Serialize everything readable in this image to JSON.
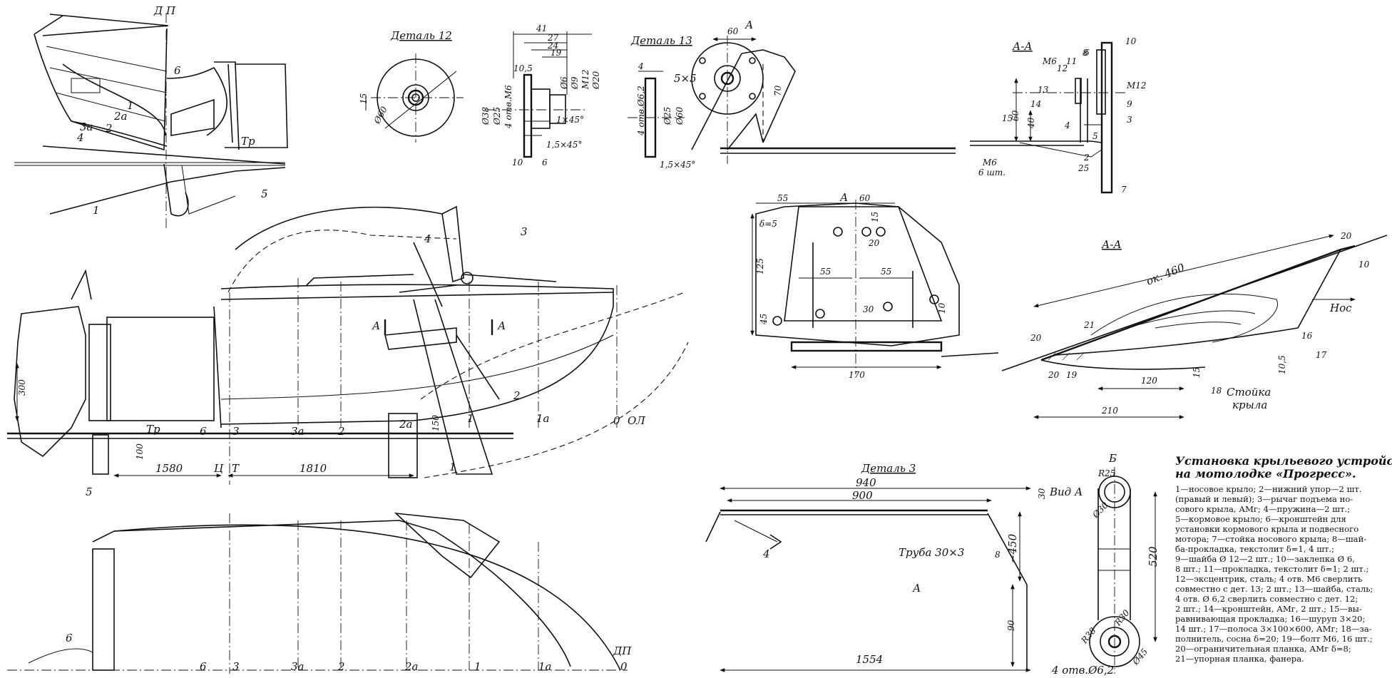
{
  "top_left": {
    "labels": {
      "dp": "Д П",
      "tr": "Тр",
      "l6": "6",
      "l1": "1",
      "l2a": "2а",
      "l2": "2",
      "l3a": "3а",
      "l4": "4",
      "l5": "5"
    }
  },
  "detail12": {
    "title": "Деталь 12",
    "dims": [
      "41",
      "27",
      "24",
      "19",
      "10,5",
      "15",
      "Ø60",
      "Ø6",
      "Ø9",
      "M12",
      "Ø20",
      "Ø38",
      "Ø25",
      "4 отв.М6",
      "1×45°",
      "1,5×45°",
      "10",
      "6"
    ]
  },
  "detail13": {
    "title": "Деталь 13",
    "dims": [
      "4",
      "4 отв.Ø6,2",
      "Ø25",
      "Ø60",
      "1,5×45°"
    ]
  },
  "main_side": {
    "labels": {
      "l4": "4",
      "l3": "3",
      "a_left": "А",
      "a_right": "А",
      "h300": "300",
      "h150": "150",
      "h100": "100",
      "tr": "Тр",
      "ol": "ОЛ",
      "st6": "6",
      "st3": "3",
      "st3a": "3а",
      "st2": "2",
      "st2a": "2а",
      "st1": "1",
      "st1a": "1а",
      "st0": "0",
      "d1580": "1580",
      "c": "Ц",
      "t": "Т",
      "d1810": "1810",
      "p5": "5",
      "p1": "1",
      "p2": "2"
    }
  },
  "bottom_plan": {
    "labels": {
      "p6": "6",
      "st6": "6",
      "st3": "3",
      "st3a": "3а",
      "st2": "2",
      "st2a": "2а",
      "st1": "1",
      "st1a": "1а",
      "st0": "0",
      "dp": "ДП"
    }
  },
  "center_top": {
    "labels": {
      "a": "А",
      "d60": "60",
      "d5x5": "5×5",
      "d70": "70"
    }
  },
  "center_plan": {
    "labels": {
      "d55a": "55",
      "a": "А",
      "d60": "60",
      "d5": "δ=5",
      "d15": "15",
      "d20": "20",
      "d55b": "55",
      "d55c": "55",
      "d125": "125",
      "d45": "45",
      "d30": "30",
      "d10": "10",
      "d170": "170"
    }
  },
  "section_aa_top": {
    "title": "А-А",
    "labels": {
      "m6": "М6",
      "n8": "8",
      "n11": "11",
      "n12": "12",
      "n10": "10",
      "n13": "13",
      "n14": "14",
      "n15": "15",
      "n60": "60",
      "n40": "40",
      "n4": "4",
      "n5": "5",
      "n25": "25",
      "n2": "2",
      "n6": "6",
      "n9": "9",
      "n3": "3",
      "n7": "7",
      "m12": "М12",
      "m6b": "М6",
      "sht6": "6 шт."
    }
  },
  "section_aa_wing": {
    "title": "А-А",
    "labels": {
      "n20a": "20",
      "ok460": "ок. 460",
      "n10": "10",
      "nos": "Нос",
      "n20b": "20",
      "n21": "21",
      "n16": "16",
      "n17": "17",
      "n20c": "20",
      "n19": "19",
      "n120": "120",
      "n15": "15",
      "n18": "18",
      "stoika": "Стойка",
      "kryla": "крыла",
      "n105": "10,5",
      "n210": "210"
    }
  },
  "detail3": {
    "title": "Деталь 3",
    "labels": {
      "d940": "940",
      "d900": "900",
      "d30": "30",
      "d4": "4",
      "truba": "Труба 30×3",
      "a": "А",
      "d8": "8",
      "d450": "~450",
      "d90": "90",
      "d1554": "1554"
    }
  },
  "view_a": {
    "labels": {
      "view": "Вид А",
      "b": "Б",
      "r25": "R25",
      "d30": "Ø30",
      "d520": "520",
      "r38": "R38",
      "r30": "R30",
      "d45": "Ø45",
      "otv": "4 отв.Ø6,2"
    }
  },
  "caption": {
    "title_line1": "Установка крыльевого устройства",
    "title_line2": "на мотолодке «Прогресс».",
    "lines": [
      "1—носовое крыло; 2—нижний упор—2 шт.",
      "(правый и левый); 3—рычаг подъема но-",
      "сового крыла, АМг; 4—пружина—2 шт.;",
      "5—кормовое крыло; 6—кронштейн для",
      "установки кормового крыла и подвесного",
      "мотора; 7—стойка носового крыла; 8—шай-",
      "ба-прокладка, текстолит δ=1, 4 шт.;",
      "9—шайба Ø 12—2 шт.; 10—заклепка Ø 6,",
      "8 шт.; 11—прокладка, текстолит δ=1; 2 шт.;",
      "12—эксцентрик, сталь; 4 отв. М6 сверлить",
      "совместно с дет. 13; 2 шт.; 13—шайба, сталь;",
      "4 отв. Ø 6,2 сверлить совместно с дет. 12;",
      "2 шт.; 14—кронштейн, АМг, 2 шт.; 15—вы-",
      "равнивающая прокладка; 16—шуруп 3×20;",
      "14 шт.; 17—полоса 3×100×600, АМг; 18—за-",
      "полнитель, сосна δ=20; 19—болт М6, 16 шт.;",
      "20—ограничительная планка, АМг δ=8;",
      "21—упорная планка, фанера."
    ]
  }
}
